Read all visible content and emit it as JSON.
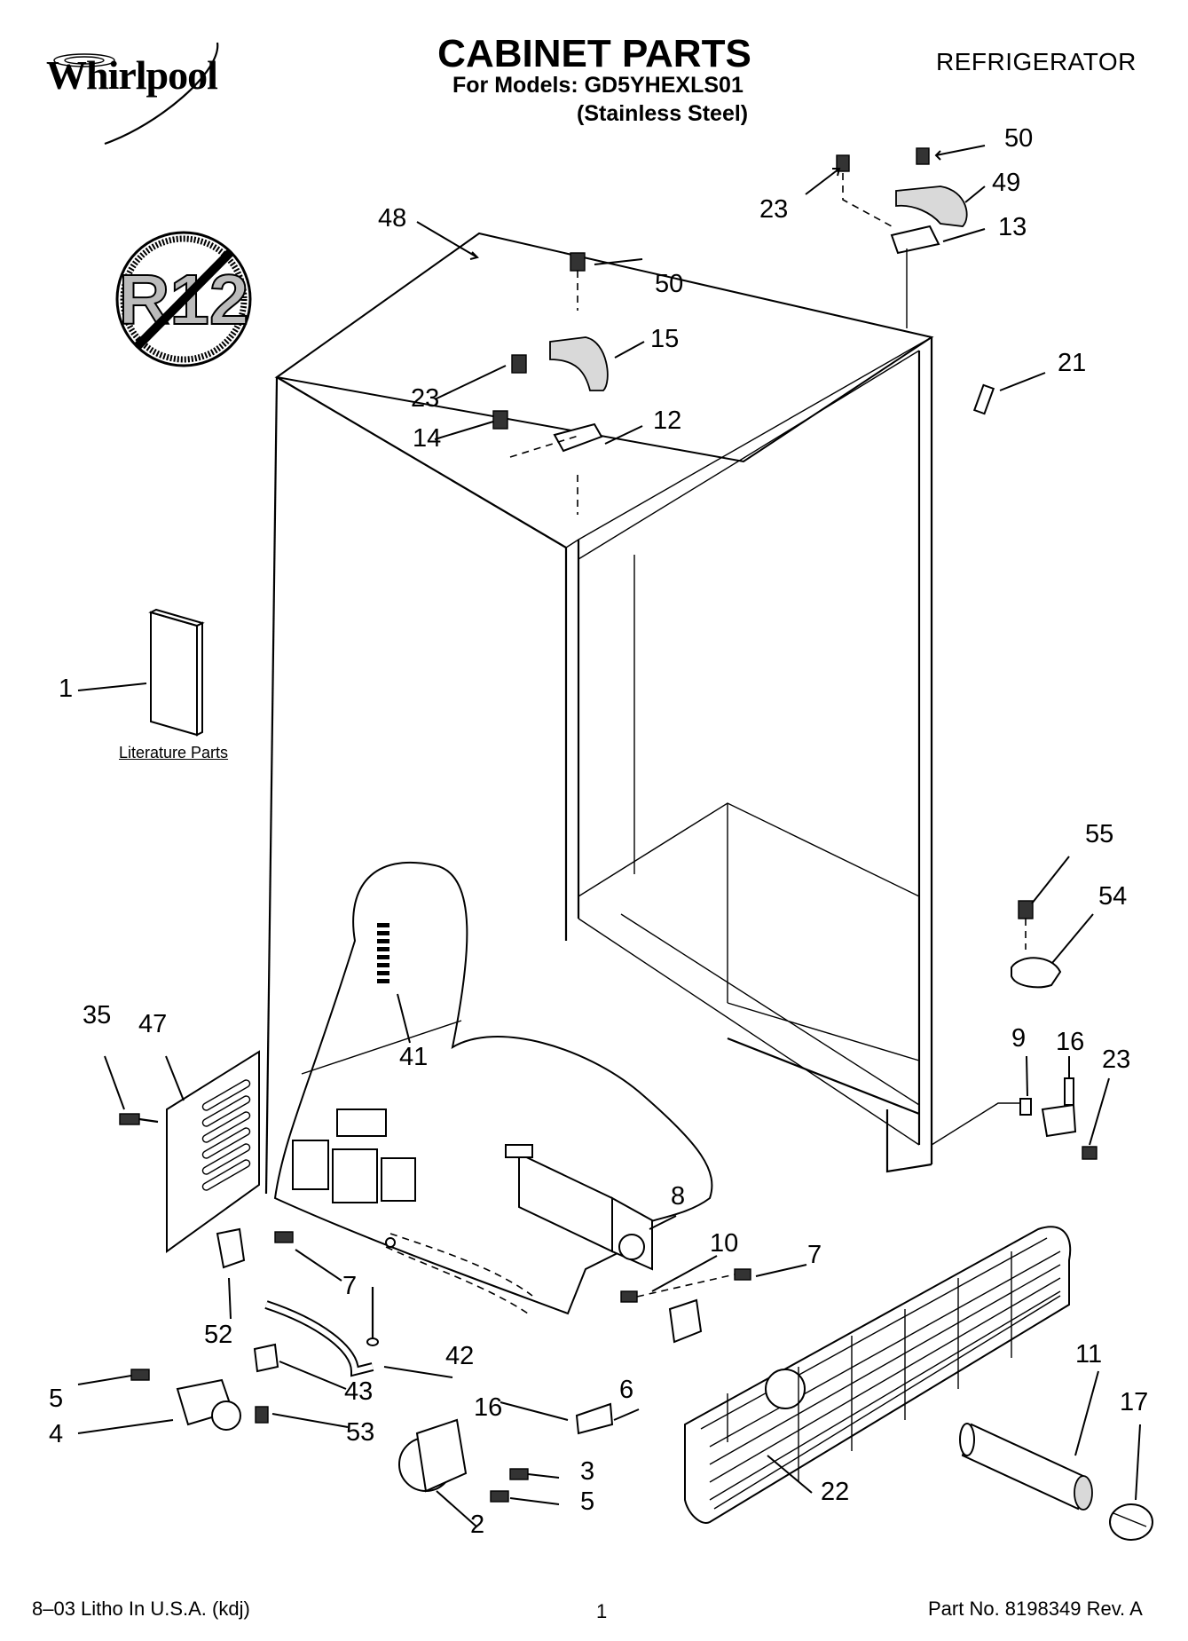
{
  "header": {
    "brand": "Whirlpool",
    "title": "CABINET PARTS",
    "subtitle": "For Models: GD5YHEXLS01",
    "subtitle2": "(Stainless Steel)",
    "category": "REFRIGERATOR"
  },
  "badge": {
    "text": "R12"
  },
  "literature": {
    "label": "Literature Parts"
  },
  "callouts": [
    {
      "id": "c48",
      "text": "48"
    },
    {
      "id": "c23a",
      "text": "23"
    },
    {
      "id": "c50a",
      "text": "50"
    },
    {
      "id": "c49",
      "text": "49"
    },
    {
      "id": "c13",
      "text": "13"
    },
    {
      "id": "c50b",
      "text": "50"
    },
    {
      "id": "c15",
      "text": "15"
    },
    {
      "id": "c21",
      "text": "21"
    },
    {
      "id": "c23b",
      "text": "23"
    },
    {
      "id": "c12",
      "text": "12"
    },
    {
      "id": "c14",
      "text": "14"
    },
    {
      "id": "c1",
      "text": "1"
    },
    {
      "id": "c55",
      "text": "55"
    },
    {
      "id": "c54",
      "text": "54"
    },
    {
      "id": "c35",
      "text": "35"
    },
    {
      "id": "c47",
      "text": "47"
    },
    {
      "id": "c41",
      "text": "41"
    },
    {
      "id": "c9",
      "text": "9"
    },
    {
      "id": "c16a",
      "text": "16"
    },
    {
      "id": "c23c",
      "text": "23"
    },
    {
      "id": "c8",
      "text": "8"
    },
    {
      "id": "c10",
      "text": "10"
    },
    {
      "id": "c7a",
      "text": "7"
    },
    {
      "id": "c7b",
      "text": "7"
    },
    {
      "id": "c52",
      "text": "52"
    },
    {
      "id": "c42",
      "text": "42"
    },
    {
      "id": "c11",
      "text": "11"
    },
    {
      "id": "c6",
      "text": "6"
    },
    {
      "id": "c17",
      "text": "17"
    },
    {
      "id": "c43",
      "text": "43"
    },
    {
      "id": "c5a",
      "text": "5"
    },
    {
      "id": "c16b",
      "text": "16"
    },
    {
      "id": "c4",
      "text": "4"
    },
    {
      "id": "c53",
      "text": "53"
    },
    {
      "id": "c3",
      "text": "3"
    },
    {
      "id": "c5b",
      "text": "5"
    },
    {
      "id": "c22",
      "text": "22"
    },
    {
      "id": "c2",
      "text": "2"
    }
  ],
  "footer": {
    "left": "8–03 Litho In U.S.A. (kdj)",
    "center": "1",
    "right": "Part No. 8198349 Rev. A"
  }
}
